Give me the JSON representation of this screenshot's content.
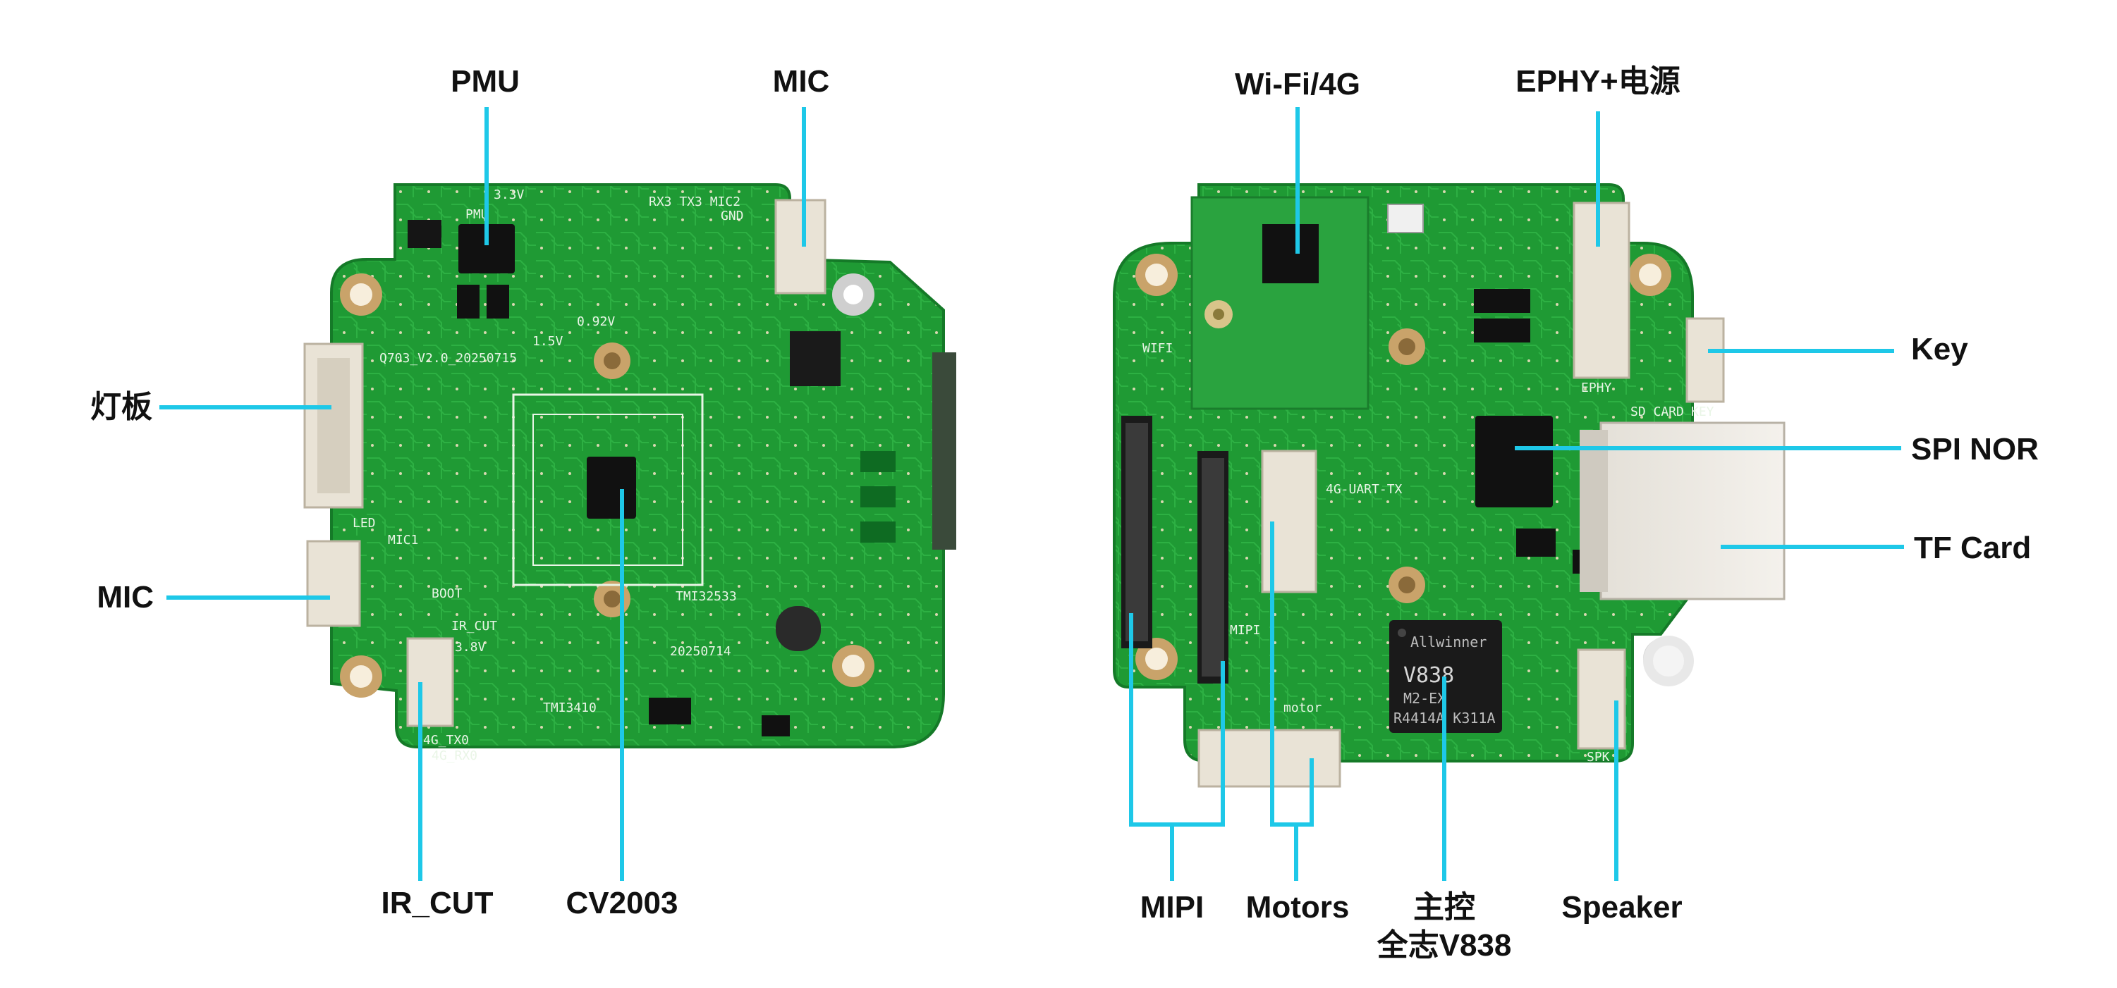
{
  "colors": {
    "callout_line": "#1ec8e8",
    "pcb_green": "#1f9a34",
    "pcb_dark": "#157a28",
    "text": "#111111"
  },
  "left_board": {
    "labels": {
      "pmu": "PMU",
      "mic_top": "MIC",
      "light_board": "灯板",
      "mic_left": "MIC",
      "ir_cut": "IR_CUT",
      "cv2003": "CV2003"
    },
    "silkscreen": {
      "pmu": "PMU",
      "board_id": "Q703_V2.0_20250715",
      "rx_tx": "RX3  TX3  MIC2",
      "gnd": "GND",
      "v33": "3.3V",
      "v15": "1.5V",
      "v092": "0.92V",
      "led": "LED",
      "mic1": "MIC1",
      "boot": "BOOT",
      "ir_cut": "IR_CUT",
      "v38": "3.8V",
      "date": "20250714",
      "tmi1": "TMI32533",
      "tmi2": "TMI3410",
      "tx0": "4G_TX0",
      "rx0": "4G_RX0"
    }
  },
  "right_board": {
    "labels": {
      "wifi_4g": "Wi-Fi/4G",
      "ephy": "EPHY+电源",
      "key": "Key",
      "spi_nor": "SPI NOR",
      "tf_card": "TF Card",
      "mipi": "MIPI",
      "motors": "Motors",
      "main_ctrl_1": "主控",
      "main_ctrl_2": "全志V838",
      "speaker": "Speaker"
    },
    "silkscreen": {
      "wifi": "WIFI",
      "mipi": "MIPI",
      "sd_card": "SD CARD",
      "key": "KEY",
      "ephy": "EPHY",
      "spk": "SPK",
      "motor": "motor",
      "uart": "4G-UART-TX",
      "chip_brand": "Allwinner",
      "chip_name": "V838",
      "chip_line2": "M2-EX",
      "chip_line3": "R4414A  K311A"
    }
  }
}
